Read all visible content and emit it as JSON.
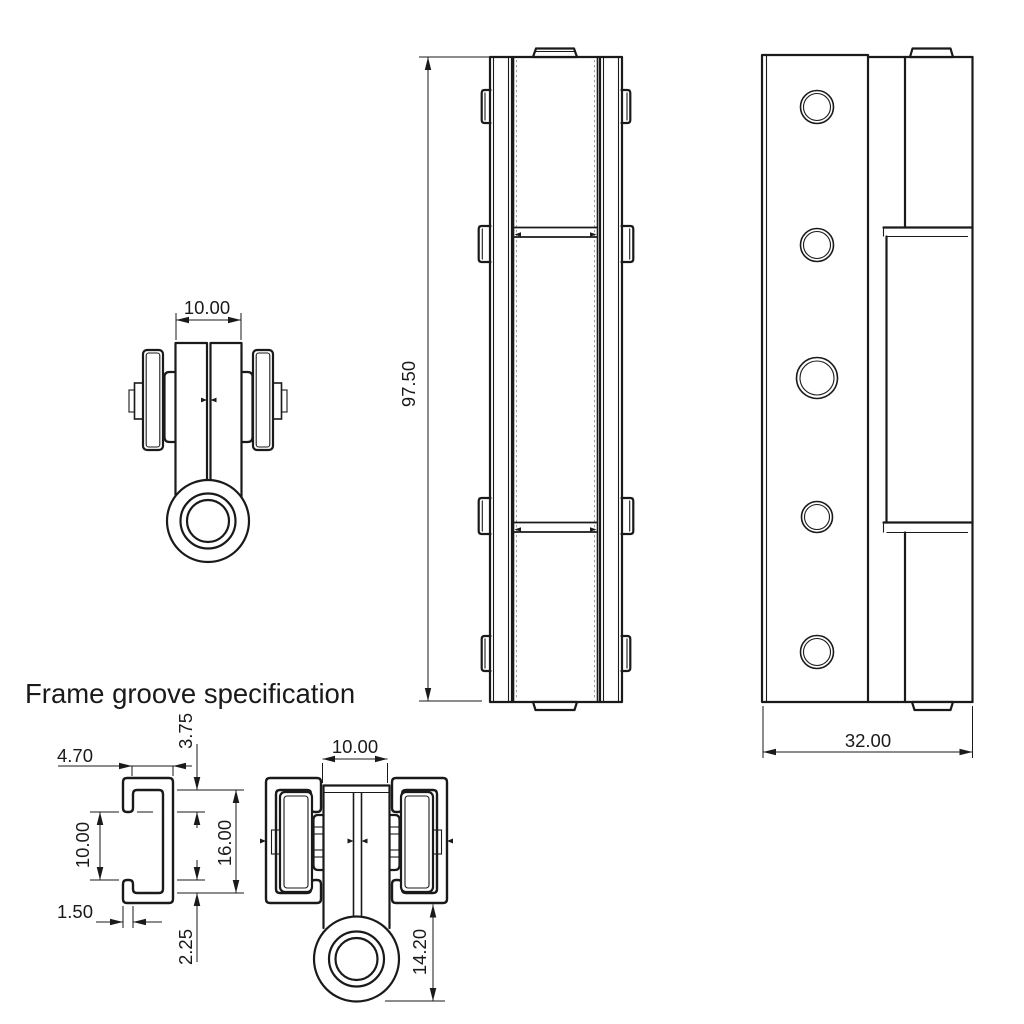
{
  "title": "Frame groove specification",
  "colors": {
    "line": "#1a1a1a",
    "background": "#ffffff"
  },
  "views": {
    "roller_front": {
      "dims": {
        "width": "10.00"
      }
    },
    "carriage_side": {
      "dims": {
        "height": "97.50"
      }
    },
    "carriage_face": {
      "dims": {
        "width": "32.00"
      }
    },
    "groove_profile": {
      "dims": {
        "flange_depth": "4.70",
        "top_lip_gap": "3.75",
        "opening_height": "10.00",
        "inner_height": "16.00",
        "lip_thickness": "1.50",
        "bottom_lip_gap": "2.25"
      }
    },
    "roller_in_groove": {
      "dims": {
        "bracket_width": "10.00",
        "eyelet_drop": "14.20"
      }
    }
  }
}
